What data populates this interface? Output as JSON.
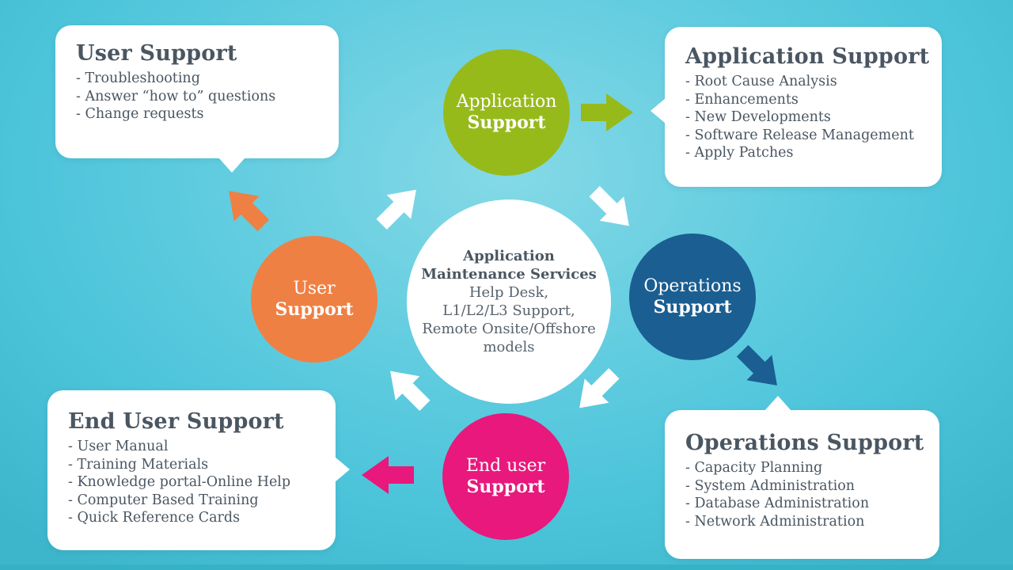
{
  "palette": {
    "background_light": "#85d9e6",
    "background_base": "#4cc4da",
    "background_edge": "#3db6cb",
    "green": "#97ba1b",
    "blue": "#1a5e92",
    "pink": "#e8187c",
    "orange": "#ef8044",
    "white": "#ffffff",
    "text_dark": "#4a5661"
  },
  "center_circle": {
    "title": "Application Maintenance Services",
    "line1": "Help Desk,",
    "line2": "L1/L2/L3 Support,",
    "line3": "Remote Onsite/Offshore models"
  },
  "satellites": {
    "application": {
      "line1": "Application",
      "line2": "Support"
    },
    "operations": {
      "line1": "Operations",
      "line2": "Support"
    },
    "end_user": {
      "line1": "End user",
      "line2": "Support"
    },
    "user": {
      "line1": "User",
      "line2": "Support"
    }
  },
  "callouts": [
    {
      "title": "User Support",
      "items": [
        "- Troubleshooting",
        "- Answer “how to” questions",
        "- Change requests"
      ]
    },
    {
      "title": "Application Support",
      "items": [
        "- Root Cause Analysis",
        "- Enhancements",
        "- New Developments",
        "- Software Release Management",
        "- Apply Patches"
      ]
    },
    {
      "title": "End User Support",
      "items": [
        "- User Manual",
        "- Training Materials",
        "- Knowledge portal-Online Help",
        "- Computer Based Training",
        "- Quick Reference Cards"
      ]
    },
    {
      "title": "Operations Support",
      "items": [
        "- Capacity Planning",
        "- System Administration",
        "- Database Administration",
        "- Network Administration"
      ]
    }
  ],
  "icons": {
    "green_arrow": "block-arrow-right",
    "blue_arrow": "block-arrow-down-right",
    "pink_arrow": "block-arrow-left",
    "orange_arrow": "block-arrow-up-left",
    "white_arrows": "block-arrow-rotation-clockwise"
  }
}
